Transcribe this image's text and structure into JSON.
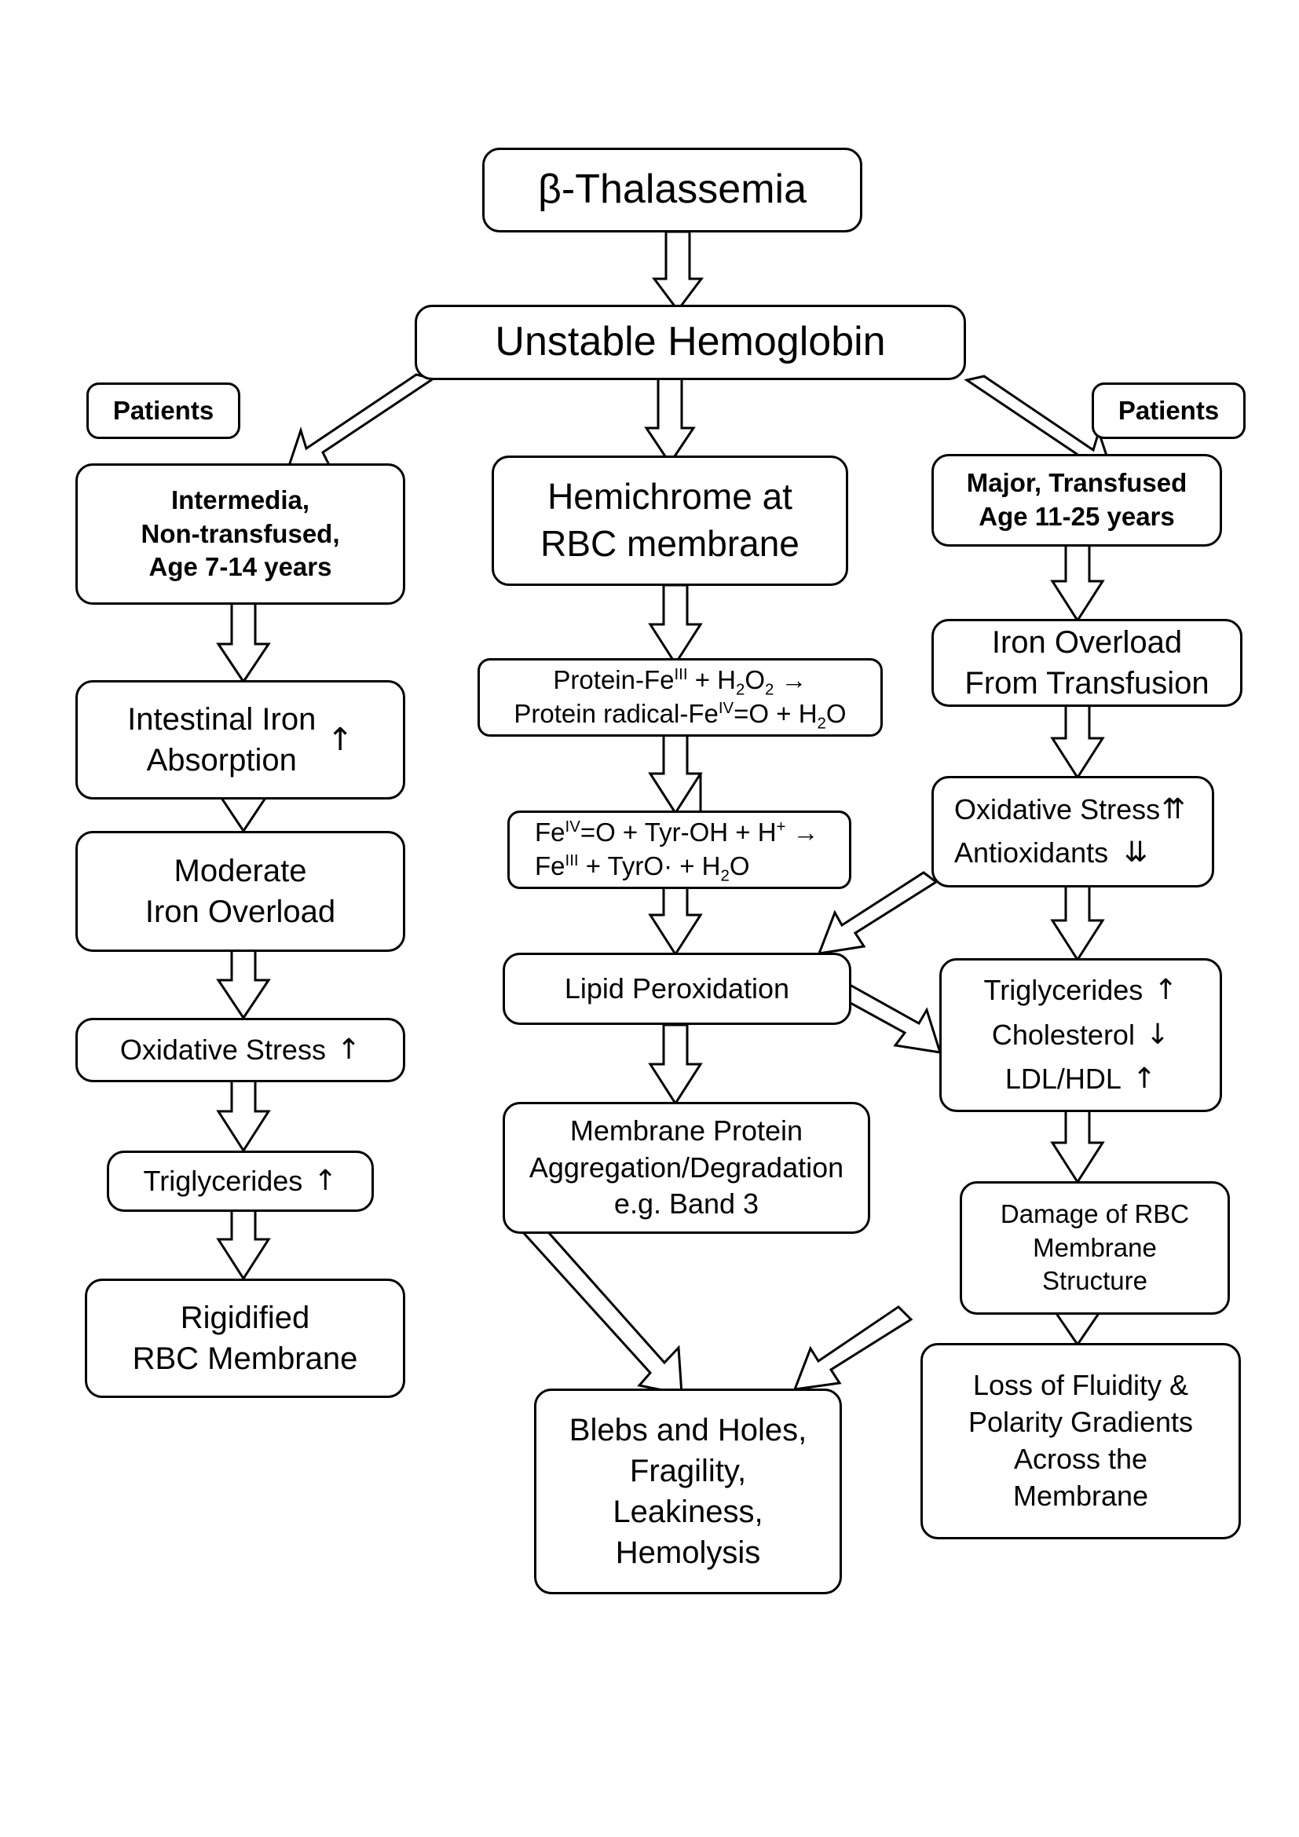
{
  "diagram": {
    "title": "Beta-Thalassemia oxidative stress and RBC membrane damage pathway",
    "stroke_color": "#000000",
    "background_color": "#ffffff"
  },
  "nodes": {
    "beta_thalassemia": {
      "label": "β-Thalassemia"
    },
    "unstable_hemoglobin": {
      "label": "Unstable Hemoglobin"
    },
    "patients_left": {
      "label": "Patients"
    },
    "patients_right": {
      "label": "Patients"
    },
    "intermedia": {
      "line1": "Intermedia,",
      "line2": "Non-transfused,",
      "line3": "Age 7-14 years"
    },
    "intestinal_iron": {
      "line1": "Intestinal Iron",
      "line2": "Absorption",
      "arrow": "↑"
    },
    "moderate_iron_overload": {
      "line1": "Moderate",
      "line2": "Iron Overload"
    },
    "oxidative_stress_left": {
      "label": "Oxidative Stress",
      "arrow": "↑"
    },
    "triglycerides_left": {
      "label": "Triglycerides",
      "arrow": "↑"
    },
    "rigidified_membrane": {
      "line1": "Rigidified",
      "line2": "RBC Membrane"
    },
    "hemichrome": {
      "line1": "Hemichrome at",
      "line2": "RBC membrane"
    },
    "reaction_1": {
      "line1_parts": [
        "Protein-Fe",
        "III",
        " + H",
        "2",
        "O",
        "2",
        " →"
      ],
      "line1_plain": "Protein-FeIII + H2O2 →",
      "line2_plain": "Protein radical-FeIV=O + H2O"
    },
    "reaction_2": {
      "line1_plain": "FeIV=O + Tyr-OH + H+ →",
      "line2_plain": "FeIII + TyrO· + H2O"
    },
    "lipid_peroxidation": {
      "label": "Lipid Peroxidation"
    },
    "membrane_protein": {
      "line1": "Membrane Protein",
      "line2": "Aggregation/Degradation",
      "line3": "e.g. Band 3"
    },
    "blebs": {
      "line1": "Blebs and Holes,",
      "line2": "Fragility,",
      "line3": "Leakiness,",
      "line4": "Hemolysis"
    },
    "major_transfused": {
      "line1": "Major, Transfused",
      "line2": "Age 11-25 years"
    },
    "iron_overload_transfusion": {
      "line1": "Iron Overload",
      "line2": "From Transfusion"
    },
    "oxidative_stress_right": {
      "label": "Oxidative Stress",
      "arrow": "⇈",
      "label2": "Antioxidants",
      "arrow2": "⇊"
    },
    "lipids_right": {
      "line1": "Triglycerides",
      "arrow1": "↑",
      "line2": "Cholesterol",
      "arrow2": "↓",
      "line3": "LDL/HDL",
      "arrow3": "↑"
    },
    "damage_rbc": {
      "line1": "Damage of RBC",
      "line2": "Membrane",
      "line3": "Structure"
    },
    "loss_fluidity": {
      "line1": "Loss of Fluidity &",
      "line2": "Polarity Gradients",
      "line3": "Across the",
      "line4": "Membrane"
    }
  },
  "edges": [
    {
      "from": "beta_thalassemia",
      "to": "unstable_hemoglobin",
      "style": "block-arrow-down"
    },
    {
      "from": "unstable_hemoglobin",
      "to": "intermedia",
      "style": "block-arrow-diagonal-left"
    },
    {
      "from": "unstable_hemoglobin",
      "to": "hemichrome",
      "style": "block-arrow-down"
    },
    {
      "from": "unstable_hemoglobin",
      "to": "major_transfused",
      "style": "block-arrow-diagonal-right"
    },
    {
      "from": "intermedia",
      "to": "intestinal_iron",
      "style": "block-arrow-down"
    },
    {
      "from": "intestinal_iron",
      "to": "moderate_iron_overload",
      "style": "block-arrow-down"
    },
    {
      "from": "moderate_iron_overload",
      "to": "oxidative_stress_left",
      "style": "block-arrow-down"
    },
    {
      "from": "oxidative_stress_left",
      "to": "triglycerides_left",
      "style": "block-arrow-down"
    },
    {
      "from": "triglycerides_left",
      "to": "rigidified_membrane",
      "style": "block-arrow-down"
    },
    {
      "from": "hemichrome",
      "to": "reaction_1",
      "style": "block-arrow-down"
    },
    {
      "from": "reaction_1",
      "to": "reaction_2",
      "style": "block-arrow-down"
    },
    {
      "from": "reaction_2",
      "to": "lipid_peroxidation",
      "style": "block-arrow-down"
    },
    {
      "from": "lipid_peroxidation",
      "to": "membrane_protein",
      "style": "block-arrow-down"
    },
    {
      "from": "membrane_protein",
      "to": "blebs",
      "style": "block-arrow-diagonal-right-down"
    },
    {
      "from": "major_transfused",
      "to": "iron_overload_transfusion",
      "style": "block-arrow-down"
    },
    {
      "from": "iron_overload_transfusion",
      "to": "oxidative_stress_right",
      "style": "block-arrow-down"
    },
    {
      "from": "oxidative_stress_right",
      "to": "lipid_peroxidation",
      "style": "block-arrow-diagonal-left-down"
    },
    {
      "from": "oxidative_stress_right",
      "to": "lipids_right",
      "style": "block-arrow-down"
    },
    {
      "from": "lipid_peroxidation",
      "to": "lipids_right",
      "style": "block-arrow-diagonal-right-down"
    },
    {
      "from": "lipids_right",
      "to": "damage_rbc",
      "style": "block-arrow-down"
    },
    {
      "from": "damage_rbc",
      "to": "loss_fluidity",
      "style": "block-arrow-down"
    },
    {
      "from": "loss_fluidity",
      "to": "blebs",
      "style": "block-arrow-diagonal-left"
    }
  ]
}
